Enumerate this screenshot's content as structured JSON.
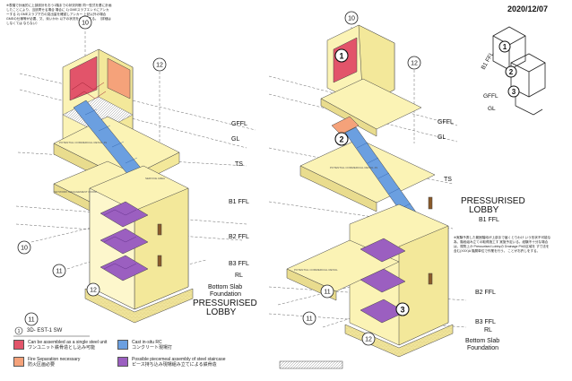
{
  "date": "2020/12/07",
  "notes": {
    "top_left": "※表階で計画的に上部設計をおう1階までの状況判断 同一型式を基に計画したことにより、当該寄せる場合 場合に 1) GMEスラブエンドにアンカーする 2) GMEスラブ下方の突出量を確認しアンカー 上記以外の場合GMEの仕様等が必要、又、深いかわ 以下の状況を必要とする。（詳細はしなくては ならない）",
    "right": "※実験予測した範囲階段が上部まで届くとりわけ いう形状不可能な為、階段組み立ての取得施工す 実施予定いる。経験不十分な場合は、規則上か Pressurised Lobbyの Drainage Pitの区域を す寸法を含む(XXX)A 階層単位で作業を行う。 ことがお許しをする。"
  },
  "legend": {
    "title": "3D- EST-1 SW",
    "title_number": "1",
    "items": [
      {
        "en": "Can be assembled as a single steel unit",
        "jp": "ワンユニット鉄骨造とし込み可能",
        "color": "#e2546a"
      },
      {
        "en": "Cast in-situ RC",
        "jp": "コンクリート現場打",
        "color": "#6b9fe0"
      },
      {
        "en": "Fire Separation necessary",
        "jp": "防火区画必要",
        "color": "#f5a27a"
      },
      {
        "en": "Possible piecemeal assembly of steel staircase",
        "jp": "ピース持ち込み現場組み立てによる鉄骨造",
        "color": "#9b5fc0"
      }
    ]
  },
  "left_diagram": {
    "gridlines": [
      "10",
      "12",
      "10",
      "11",
      "12",
      "11"
    ],
    "levels": [
      "GFFL",
      "GL",
      "TS",
      "B1 FFL",
      "B2 FFL",
      "B3 FFL",
      "RL",
      "Bottom Slab",
      "Foundation"
    ],
    "labels": [
      "PRESSURISED",
      "LOBBY"
    ],
    "small_labels": [
      "POTENTIAL COMMERCIAL RETAIL 4S",
      "NETWORK MANAGEMENT ROOM",
      "SERVICE AREA"
    ]
  },
  "right_diagram": {
    "gridlines": [
      "10",
      "12",
      "11",
      "12",
      "11"
    ],
    "levels": [
      "GFFL",
      "GL",
      "TS",
      "B1 FFL",
      "B2 FFL",
      "B3 FFL",
      "RL",
      "Bottom Slab",
      "Foundation"
    ],
    "labels": [
      "PRESSURISED",
      "LOBBY"
    ],
    "small_labels": [
      "POTENTIAL COMMERCIAL RETAIL 4S",
      "POTENTIAL COMMERCIAL RETAIL"
    ],
    "markers": [
      "1",
      "2",
      "3"
    ]
  },
  "key_diagram": {
    "levels": [
      "B1 FFL",
      "GFFL",
      "GL"
    ],
    "markers": [
      "1",
      "2",
      "3"
    ]
  }
}
